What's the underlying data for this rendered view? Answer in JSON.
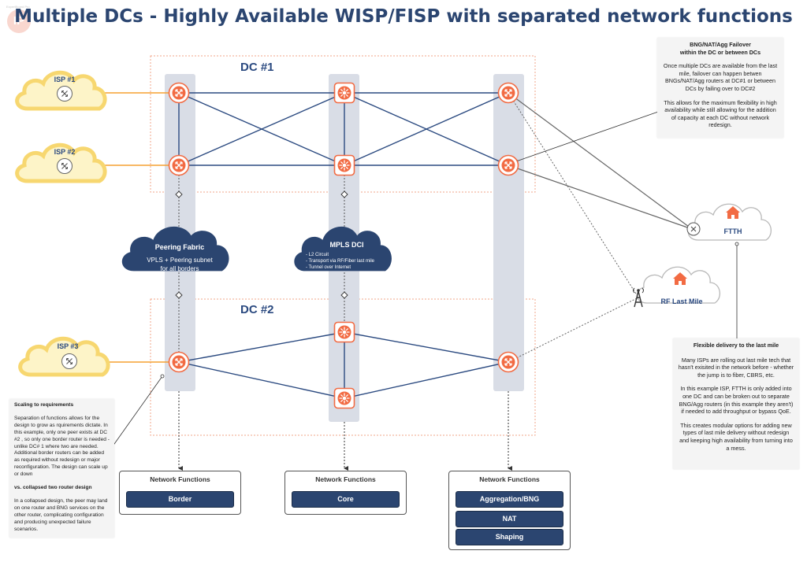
{
  "title": "Multiple DCs - Highly Available WISP/FISP with separated network functions",
  "logo": {
    "text": "IP",
    "subtext": "ExpertBoard Pro"
  },
  "datacenters": [
    {
      "label": "DC #1"
    },
    {
      "label": "DC #2"
    }
  ],
  "isps": [
    {
      "label": "ISP #1"
    },
    {
      "label": "ISP #2"
    },
    {
      "label": "ISP #3"
    }
  ],
  "peering_fabric": {
    "title": "Peering Fabric",
    "line1": "VPLS + Peering subnet",
    "line2": "for all borders"
  },
  "mpls_dci": {
    "title": "MPLS DCI",
    "items": [
      "- L2 Circuit",
      "- Transport via RF/Fiber last mile",
      "- Tunnel over Internet"
    ]
  },
  "last_mile": [
    {
      "label": "FTTH"
    },
    {
      "label": "RF Last Mile"
    }
  ],
  "notes": {
    "failover": {
      "heading1": "BNG/NAT/Agg Failover",
      "heading2": "within the DC or between DCs",
      "para1": "Once multiple DCs are available from the last mile, failover can happen betwen BNGs/NAT/Agg routers at DC#1 or between DCs by failing over to DC#2",
      "para2": "This allows for the maximum flexibility in high availability while still allowing for the addition of capacity at each DC without network redesign."
    },
    "flexible": {
      "heading": "Flexible delivery to the last mile",
      "para1": "Many ISPs are rolling out last mile tech that hasn't exisited in the network before - whether the jump is to fiber, CBRS, etc.",
      "para2": "In this example ISP, FTTH is only added into one DC and can be broken out to separate BNG/Agg routers (in this example they aren't) if needed to add throughput or bypass QoE.",
      "para3": "This creates modular options for adding new types of last mile delivery without redesign and keeping high availability from turning into a mess."
    },
    "scaling": {
      "heading": "Scaling to requirements",
      "para1": "Separation of functions allows for the design to grow as rquirements dictate. In this example, only one peer exists at DC #2 , so only one border router is needed - unlike DC# 1 where two are needed. Additional border routers can be added as required without redesign or major reconfiguration. The design can scale up or down",
      "heading2": "vs. collapsed two router design",
      "para2": "In a collapsed design, the peer may land on one router and BNG services on the other router, complicating configuration and producing unexpected failure scenarios."
    }
  },
  "network_functions": [
    {
      "title": "Network Functions",
      "items": [
        "Border"
      ]
    },
    {
      "title": "Network Functions",
      "items": [
        "Core"
      ]
    },
    {
      "title": "Network Functions",
      "items": [
        "Aggregation/BNG",
        "NAT",
        "Shaping"
      ]
    }
  ],
  "colors": {
    "navy": "#2b4570",
    "router": "#f26b43",
    "isp_line": "#f5a030",
    "cloud_yellow": "#f7d770",
    "dc_border": "#f2a58a",
    "column": "#d9dde6"
  }
}
